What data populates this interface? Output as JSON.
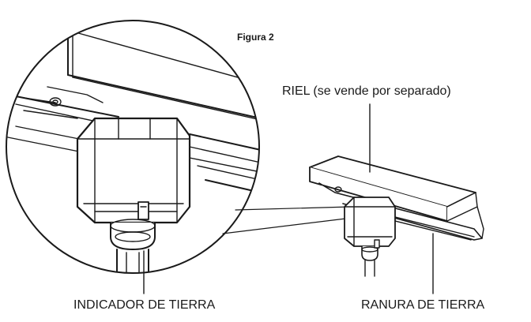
{
  "figure": {
    "title": "Figura 2",
    "labels": {
      "rail": "RIEL (se vende por separado)",
      "ground_indicator": "INDICADOR DE TIERRA",
      "ground_slot": "RANURA DE TIERRA"
    }
  },
  "colors": {
    "line": "#1a1a1a",
    "fill": "#ffffff"
  }
}
